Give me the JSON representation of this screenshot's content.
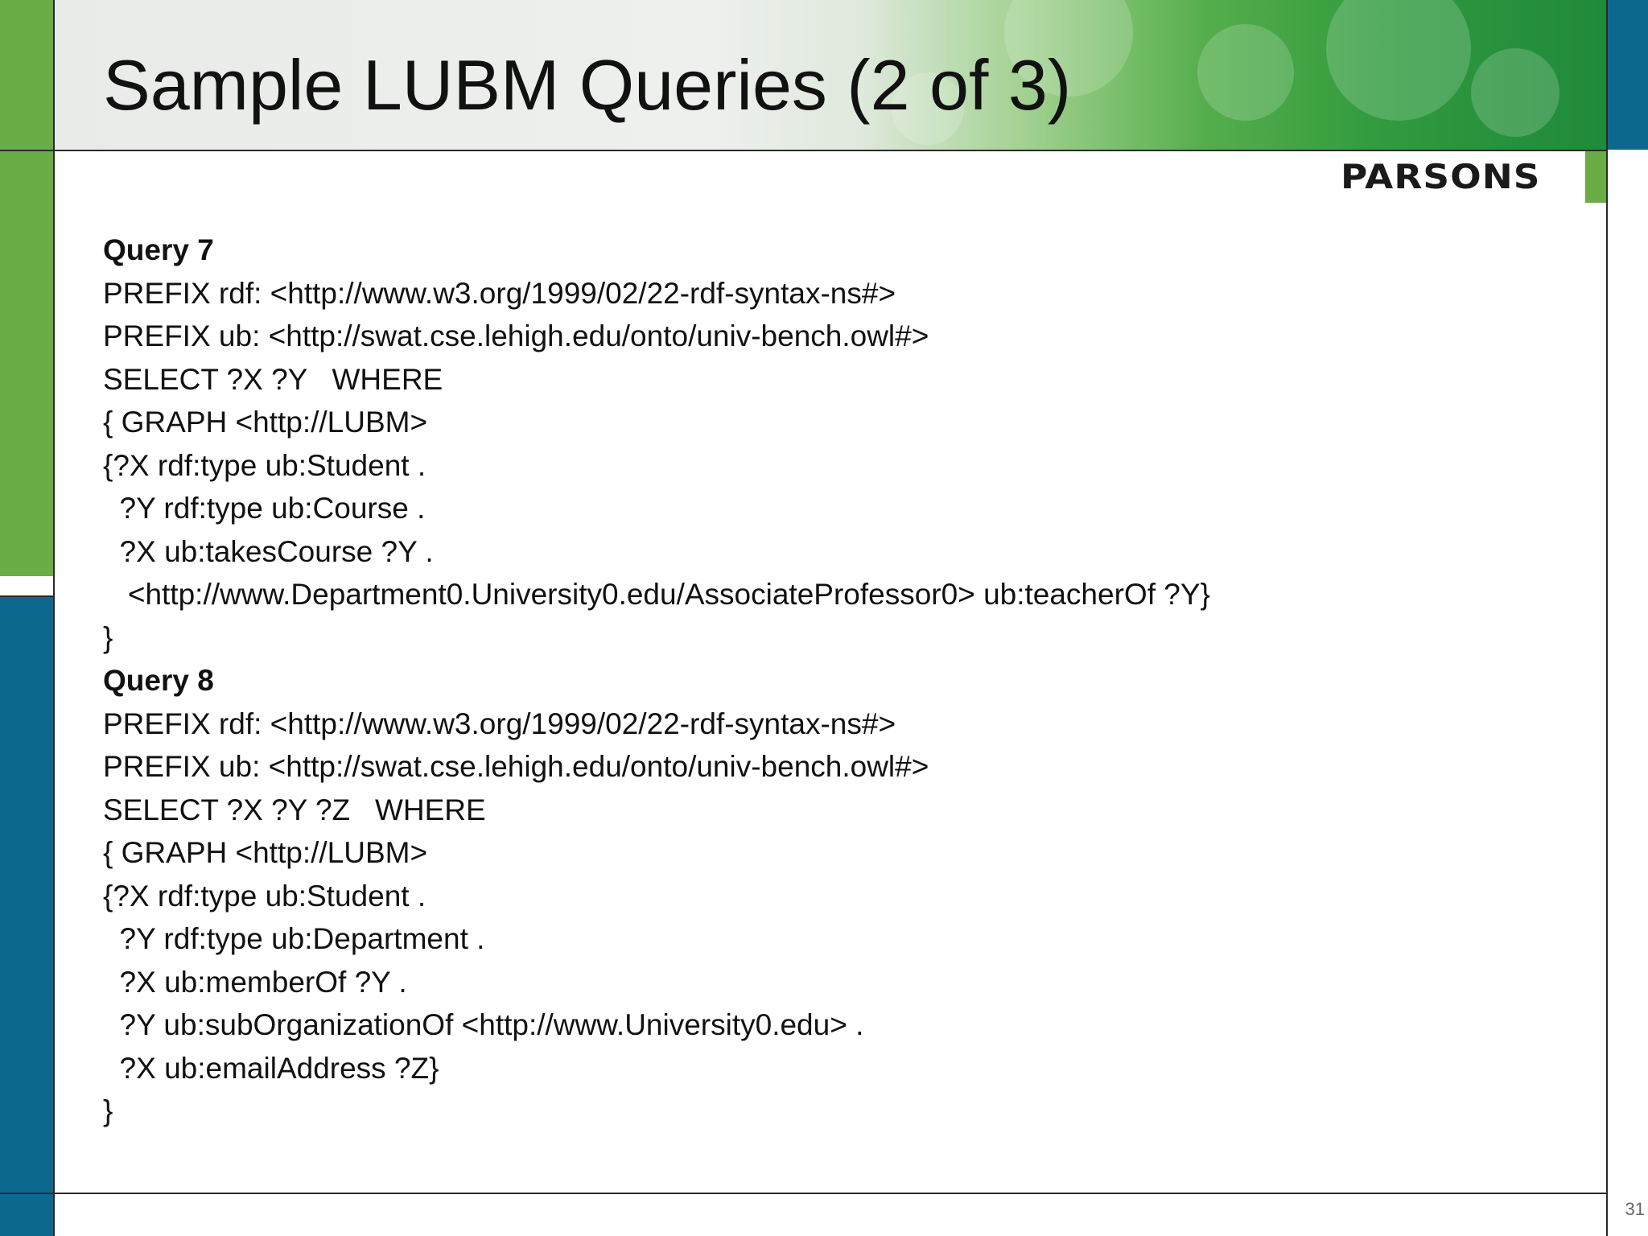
{
  "slide": {
    "title": "Sample LUBM Queries (2 of 3)",
    "logo_text": "PARSONS",
    "page_number": "31",
    "colors": {
      "accent_green": "#6aac45",
      "accent_blue": "#0d6890",
      "header_gradient_start": "#e9ebe9",
      "header_gradient_end": "#1f8a3a"
    }
  },
  "queries": [
    {
      "heading": "Query 7",
      "lines": [
        "PREFIX rdf: <http://www.w3.org/1999/02/22-rdf-syntax-ns#>",
        "PREFIX ub: <http://swat.cse.lehigh.edu/onto/univ-bench.owl#>",
        "SELECT ?X ?Y   WHERE",
        "{ GRAPH <http://LUBM>",
        "{?X rdf:type ub:Student .",
        "  ?Y rdf:type ub:Course .",
        "  ?X ub:takesCourse ?Y .",
        "   <http://www.Department0.University0.edu/AssociateProfessor0> ub:teacherOf ?Y}",
        "}"
      ]
    },
    {
      "heading": "Query 8",
      "lines": [
        "PREFIX rdf: <http://www.w3.org/1999/02/22-rdf-syntax-ns#>",
        "PREFIX ub: <http://swat.cse.lehigh.edu/onto/univ-bench.owl#>",
        "SELECT ?X ?Y ?Z   WHERE",
        "{ GRAPH <http://LUBM>",
        "{?X rdf:type ub:Student .",
        "  ?Y rdf:type ub:Department .",
        "  ?X ub:memberOf ?Y .",
        "  ?Y ub:subOrganizationOf <http://www.University0.edu> .",
        "  ?X ub:emailAddress ?Z}",
        "}"
      ]
    }
  ]
}
